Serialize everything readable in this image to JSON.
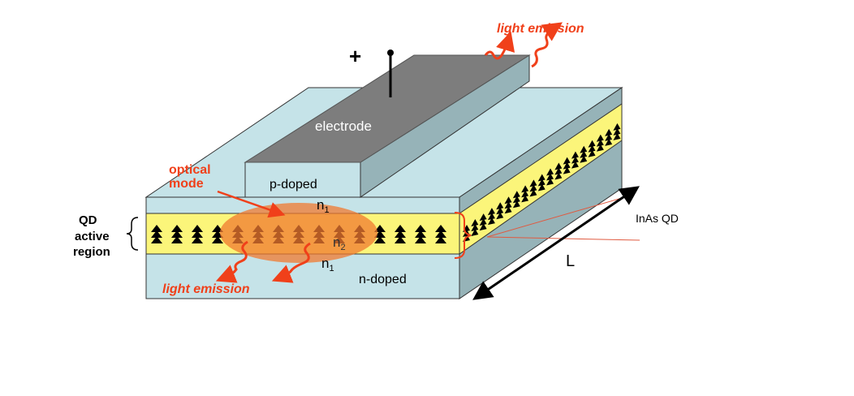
{
  "labels": {
    "plus": "+",
    "electrode": "electrode",
    "optical_mode_line1": "optical",
    "optical_mode_line2": "mode",
    "p_doped": "p-doped",
    "n1_top": "n",
    "n1_top_sub": "1",
    "n2": "n",
    "n2_sub": "2",
    "n1_bottom": "n",
    "n1_bottom_sub": "1",
    "n_doped": "n-doped",
    "qd_line1": "QD",
    "qd_line2": "active",
    "qd_line3": "region",
    "light_emission_top": "light emission",
    "light_emission_bottom": "light emission",
    "inas_qd": "InAs QD",
    "length": "L"
  },
  "colors": {
    "cladding": "#c5e3e8",
    "side": "#96b3b8",
    "active": "#fbf57a",
    "electrode": "#7d7d7d",
    "mode": "#f08a3c",
    "emission": "#f0401a"
  }
}
